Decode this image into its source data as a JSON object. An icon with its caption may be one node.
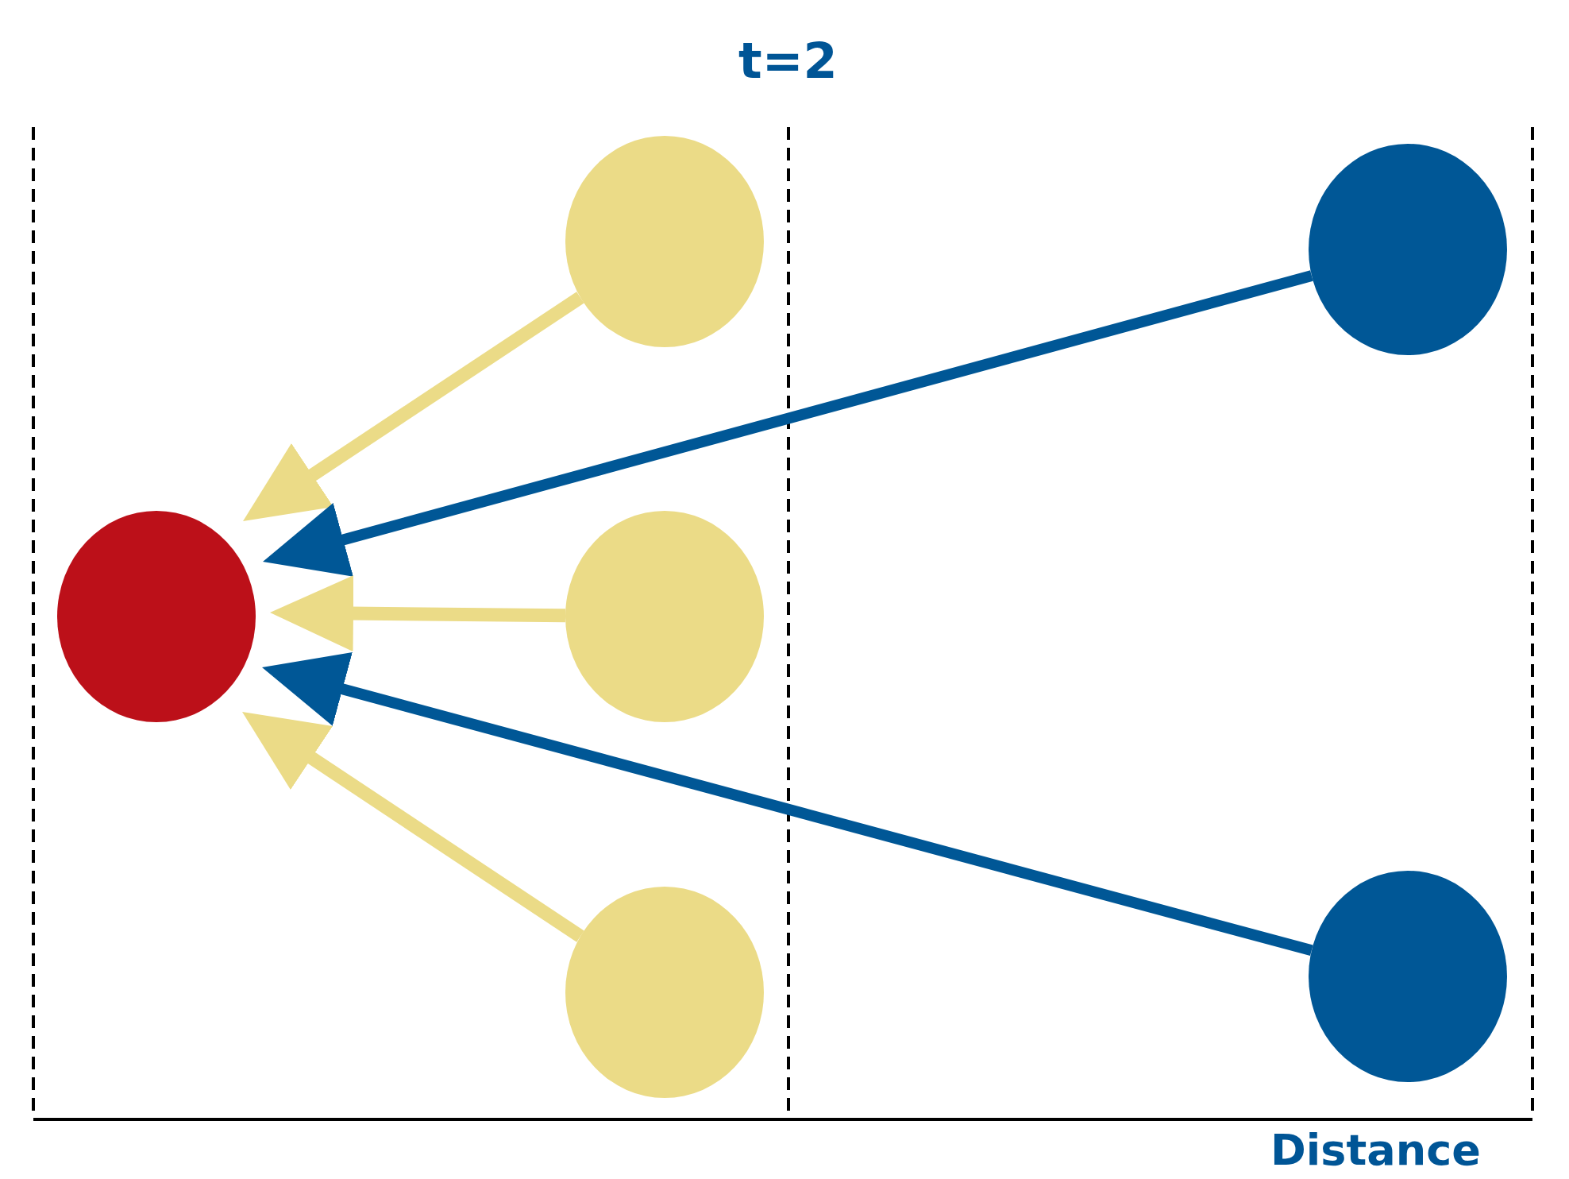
{
  "diagram": {
    "nodes": [
      {
        "text": [],
        "shape": "circle"
      },
      {
        "text": [],
        "shape": "circle"
      },
      {
        "text": [],
        "shape": "circle"
      },
      {
        "text": [],
        "shape": "circle"
      },
      {
        "text": [],
        "shape": "circle"
      },
      {
        "text": [],
        "shape": "circle"
      }
    ],
    "edges": [
      {
        "from": 1,
        "to": 0,
        "arrow": "to"
      },
      {
        "from": 4,
        "to": 0,
        "arrow": "to",
        "color": "#005796"
      },
      {
        "from": 2,
        "to": 0,
        "arrow": "to"
      },
      {
        "from": 5,
        "to": 0,
        "arrow": "to",
        "color": "#005796"
      },
      {
        "from": 3,
        "to": 0,
        "arrow": "to"
      }
    ],
    "labels": [
      "t=2",
      "Distance"
    ]
  }
}
